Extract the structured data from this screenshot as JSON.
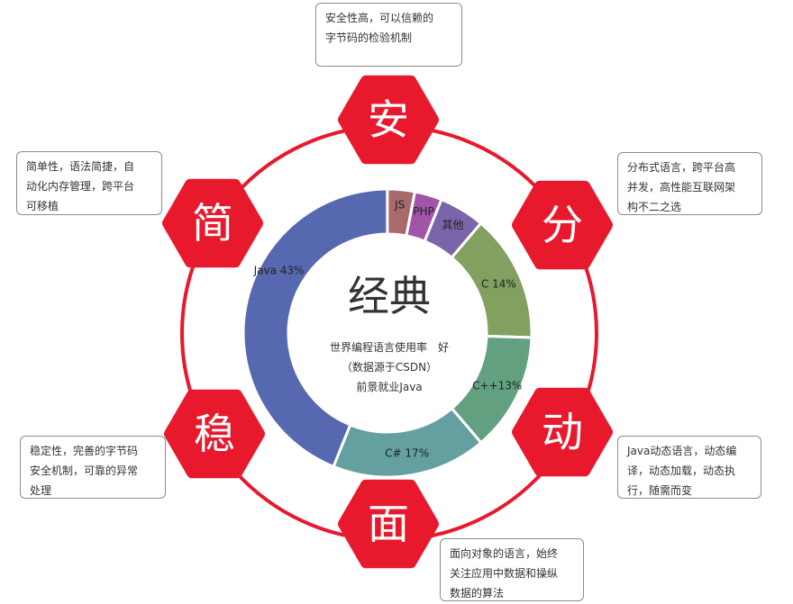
{
  "center": {
    "title": "经典",
    "lines": [
      "世界编程语言使用率　好",
      "（数据源于CSDN）",
      "前景就业Java"
    ]
  },
  "features": [
    {
      "char": "安",
      "text": [
        "安全性高，可以信赖的",
        "字节码的检验机制"
      ]
    },
    {
      "char": "分",
      "text": [
        "分布式语言，跨平台高",
        "并发，高性能互联网架",
        "构不二之选"
      ]
    },
    {
      "char": "动",
      "text": [
        "Java动态语言，动态编",
        "译，动态加载，动态执",
        "行，随需而变"
      ]
    },
    {
      "char": "面",
      "text": [
        "面向对象的语言，始终",
        "关注应用中数据和操纵",
        "数据的算法"
      ]
    },
    {
      "char": "稳",
      "text": [
        "稳定性，完善的字节码",
        "安全机制，可靠的异常",
        "处理"
      ]
    },
    {
      "char": "简",
      "text": [
        "简单性，语法简捷，自",
        "动化内存管理，跨平台",
        "可移植"
      ]
    }
  ],
  "colors": {
    "ring": "#e8192c",
    "hex": "#e8192c"
  },
  "chart_data": {
    "type": "pie",
    "categories": [
      "Java",
      "JS",
      "PHP",
      "其他",
      "C",
      "C++",
      "C#"
    ],
    "values": [
      43,
      3,
      3,
      5,
      14,
      13,
      17
    ],
    "slice_labels": [
      "Java 43%",
      "JS",
      "PHP",
      "其他",
      "C 14%",
      "C++13%",
      "C# 17%"
    ],
    "colors": [
      "#5568b0",
      "#a86a6a",
      "#a055a8",
      "#7a64aa",
      "#82a060",
      "#62a080",
      "#64a0a0"
    ]
  }
}
